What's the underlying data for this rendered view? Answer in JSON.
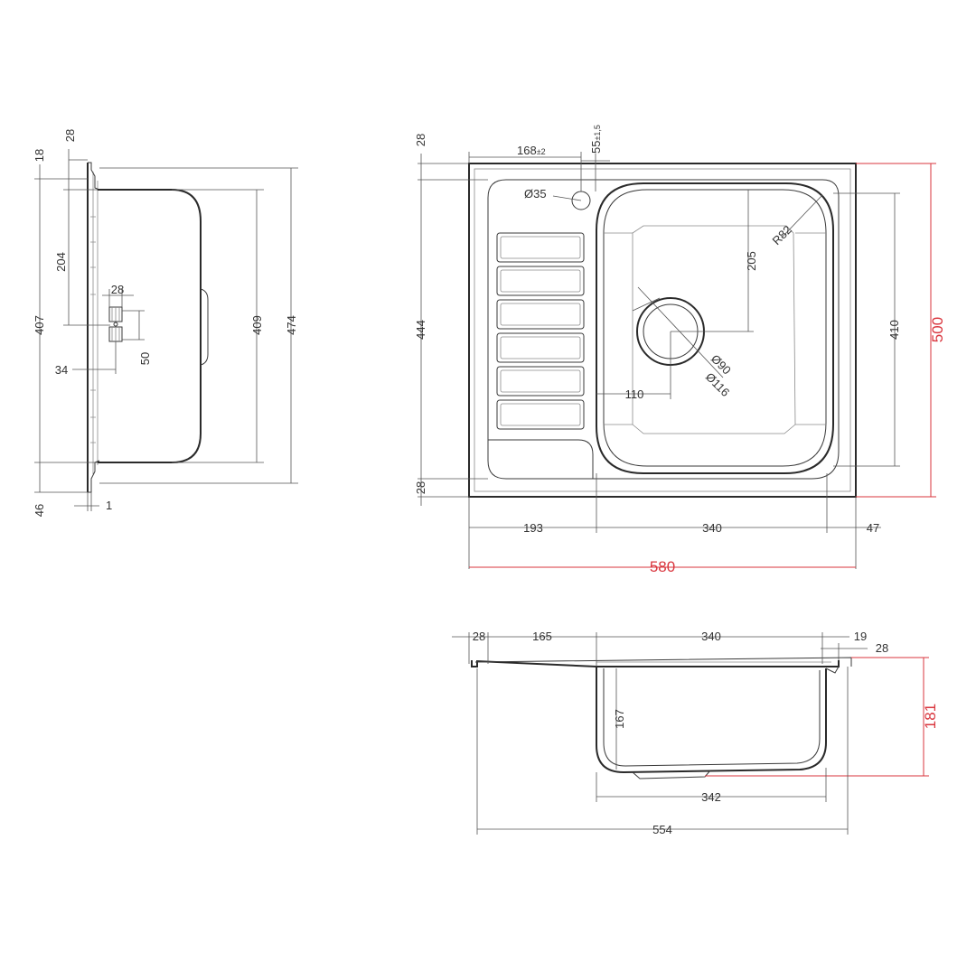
{
  "colors": {
    "line": "#3a3a3a",
    "dimension": "#555555",
    "overall_dimension": "#d9363e",
    "background": "#ffffff"
  },
  "side_view": {
    "d_top_flange": "18",
    "d_top_offset": "28",
    "d_inner_upper": "204",
    "d_outlet_width": "28",
    "d_outlet_offset": "34",
    "d_outlet_height": "50",
    "d_left_height": "407",
    "d_bowl_height": "409",
    "d_total_height": "474",
    "d_bottom_flange": "46",
    "d_bottom_step": "1"
  },
  "top_view": {
    "d_top_rim": "28",
    "d_tap_offset": "168",
    "d_tap_offset_tol": "±2",
    "d_tap_size": "55",
    "d_tap_size_tol": "±1,5",
    "d_tap_diameter": "Ø35",
    "d_corner_radius": "R82",
    "d_drain_depth": "205",
    "d_inner_height": "444",
    "d_bowl_height": "410",
    "d_total_height": "500",
    "d_drain_inner": "Ø90",
    "d_drain_outer": "Ø116",
    "d_drain_offset": "110",
    "d_bottom_rim": "28",
    "d_drainboard_width": "193",
    "d_bowl_width": "340",
    "d_right_rim": "47",
    "d_total_width": "580"
  },
  "front_view": {
    "d_left_flange": "28",
    "d_drainboard": "165",
    "d_bowl_top": "340",
    "d_right_gap": "19",
    "d_right_flange": "28",
    "d_depth": "181",
    "d_inner_depth": "167",
    "d_bowl_bottom": "342",
    "d_total_width": "554"
  }
}
